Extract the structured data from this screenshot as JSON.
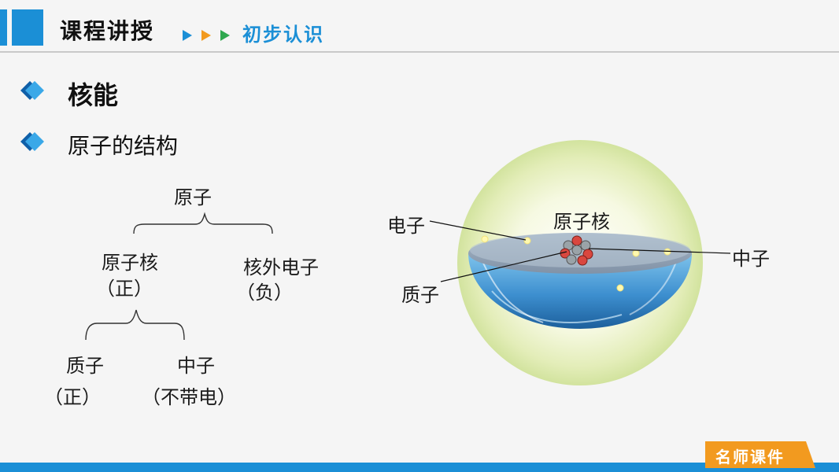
{
  "header": {
    "title": "课程讲授",
    "subtitle": "初步认识"
  },
  "bullets": [
    {
      "text": "核能"
    },
    {
      "text": "原子的结构"
    }
  ],
  "tree": {
    "root": "原子",
    "nucleus": {
      "label": "原子核",
      "charge": "（正）"
    },
    "electrons": {
      "label": "核外电子",
      "charge": "（负）"
    },
    "proton": {
      "label": "质子",
      "charge": "（正）"
    },
    "neutron": {
      "label": "中子",
      "charge": "（不带电）"
    }
  },
  "atom_diagram": {
    "labels": {
      "electron": "电子",
      "nucleus": "原子核",
      "neutron": "中子",
      "proton": "质子"
    }
  },
  "footer": {
    "label": "名师课件"
  },
  "colors": {
    "accent_blue": "#1b8fd6",
    "accent_orange": "#f29a1f",
    "accent_green": "#2fa84f"
  }
}
